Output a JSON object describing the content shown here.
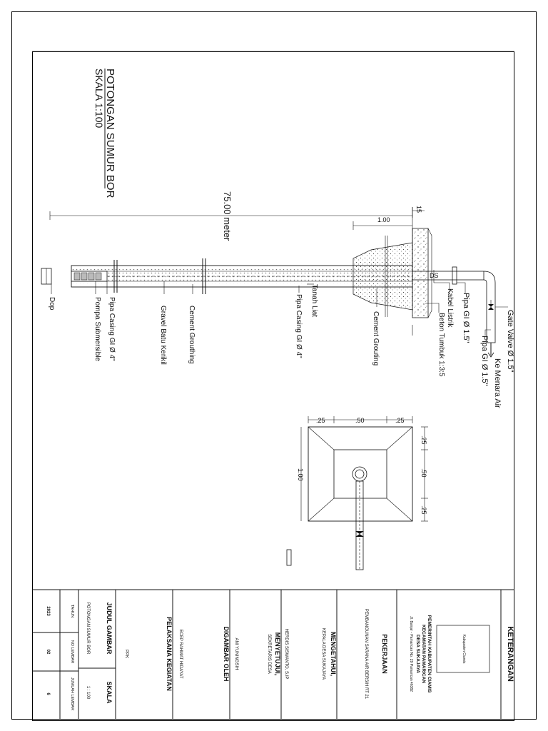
{
  "drawing": {
    "title": "POTONGAN SUMUR BOR",
    "scale": "SKALA 1:100",
    "depth_label": "75.00 meter",
    "dim_top_15": "15",
    "dim_top_100": "1.00",
    "labels": {
      "gate_valve": "Gate Valve Ø 1.5\"",
      "ke_menara_air": "Ke Menara Air",
      "pipa_gi_15_a": "Pipa GI Ø 1.5\"",
      "pipa_gi_15_b": "Pipa GI Ø 1.5\"",
      "kabel_listrik": "Kabel Listrik",
      "beton_tumbuk": "Beton Tumbuk 1:3:5",
      "cement_grouting": "Cement Grouting",
      "pipa_casing_4_a": "Pipa Casing GI Ø 4\"",
      "tanah_liat": "Tanah Liat",
      "cement_grouthing": "Cement Grouthing",
      "gravel": "Gravel Batu Kerikil",
      "pipa_casing_4_b": "Pipa Casing GI Ø 4\"",
      "pompa": "Pompa Submersible",
      "dop": "Dop"
    },
    "plan": {
      "dim_a": ".25",
      "dim_b": ".50",
      "dim_c": ".25",
      "dim_d": ".25",
      "dim_e": ".50",
      "dim_f": ".25",
      "dim_g": "1.00"
    }
  },
  "title_block": {
    "keterangan": "KETERANGAN",
    "logo_text": "Kabupaten Ciamis",
    "pemerintah": "PEMERINTAH KABUPATEN CIAMIS",
    "kecamatan": "KECAMATAN PAMARICAN",
    "desa": "DESA SUKAJAYA",
    "alamat": "Jl. Banjar - Pamarican No. 29 Pamarican 46382",
    "pekerjaan_label": "PEKERJAAN",
    "pekerjaan_value": "PEMBANGUNAN SARANA AIR BERSIH RT 21",
    "mengetahui": "MENGETAHUI,",
    "kepala_desa": "KEPALA DESA SUKAJAYA",
    "menyetujui": "MENYETUJUI,",
    "sekretaris": "SEKRETARIS DESA",
    "herdis": "HERDIS SISWANTO, S.IP",
    "digambar_oleh": "DIGAMBAR OLEH",
    "ani": "ANI YUNINGSIH",
    "ecep": "ECEP RAHMAT HIDAYAT",
    "pelaksana": "PELAKSANA KEGIATAN",
    "ppk": "PPK",
    "judul_gambar": "JUDUL GAMBAR",
    "skala": "SKALA",
    "judul_value": "POTONGAN SUMUR BOR",
    "skala_value": "1 : 100",
    "tahun_label": "TAHUN",
    "no_lembar_label": "NO LEMBAR",
    "jumlah_lembar_label": "JUMLAH LEMBAR",
    "tahun_value": "2023",
    "no_lembar_value": "02",
    "jumlah_lembar_value": "6"
  }
}
